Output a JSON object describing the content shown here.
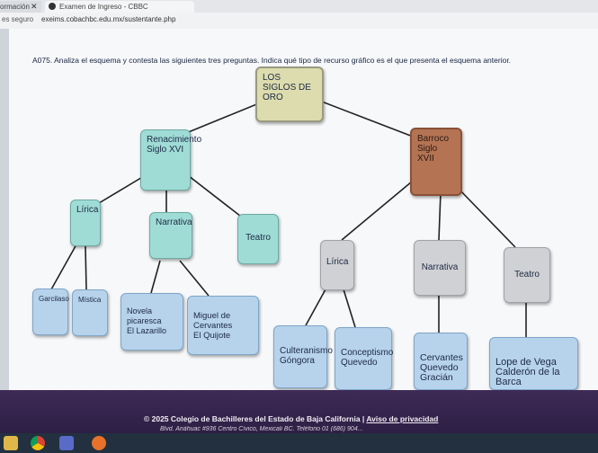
{
  "browser": {
    "tabs": [
      {
        "label": "ormación"
      },
      {
        "label": "Examen de Ingreso - CBBC"
      }
    ],
    "address": {
      "security": "es seguro",
      "url": "exeims.cobachbc.edu.mx/sustentante.php"
    }
  },
  "question": "A075. Analiza el esquema y contesta las siguientes tres preguntas. Indica qué tipo de recurso gráfico es el que presenta el esquema anterior.",
  "diagram": {
    "root": "LOS SIGLOS DE\nORO",
    "renacimiento": "Renacimiento\nSiglo XVI",
    "barroco": "Barroco\nSiglo XVII",
    "ren_lirica": "Lírica",
    "ren_narrativa": "Narrativa",
    "ren_teatro": "Teatro",
    "garcilaso": "Garcilaso",
    "mistica": "Mística",
    "novela": "Novela picaresca\nEl Lazarillo",
    "cervantes_quijote": "Miguel de Cervantes\nEl Quijote",
    "bar_lirica": "Lírica",
    "bar_narrativa": "Narrativa",
    "bar_teatro": "Teatro",
    "culteranismo": "Culteranismo\nGóngora",
    "conceptismo": "Conceptismo\nQuevedo",
    "narrativa_autores": "Cervantes\nQuevedo\nGracián",
    "teatro_autores": "Lope de Vega\nCalderón de la Barca"
  },
  "footer": {
    "copyright": "© 2025 Colegio de Bachilleres del Estado de Baja California | ",
    "privacy_link": "Aviso de privacidad",
    "address": "Blvd. Anáhuac #936 Centro Cívico, Mexicali BC. Teléfono 01 (686) 904..."
  }
}
